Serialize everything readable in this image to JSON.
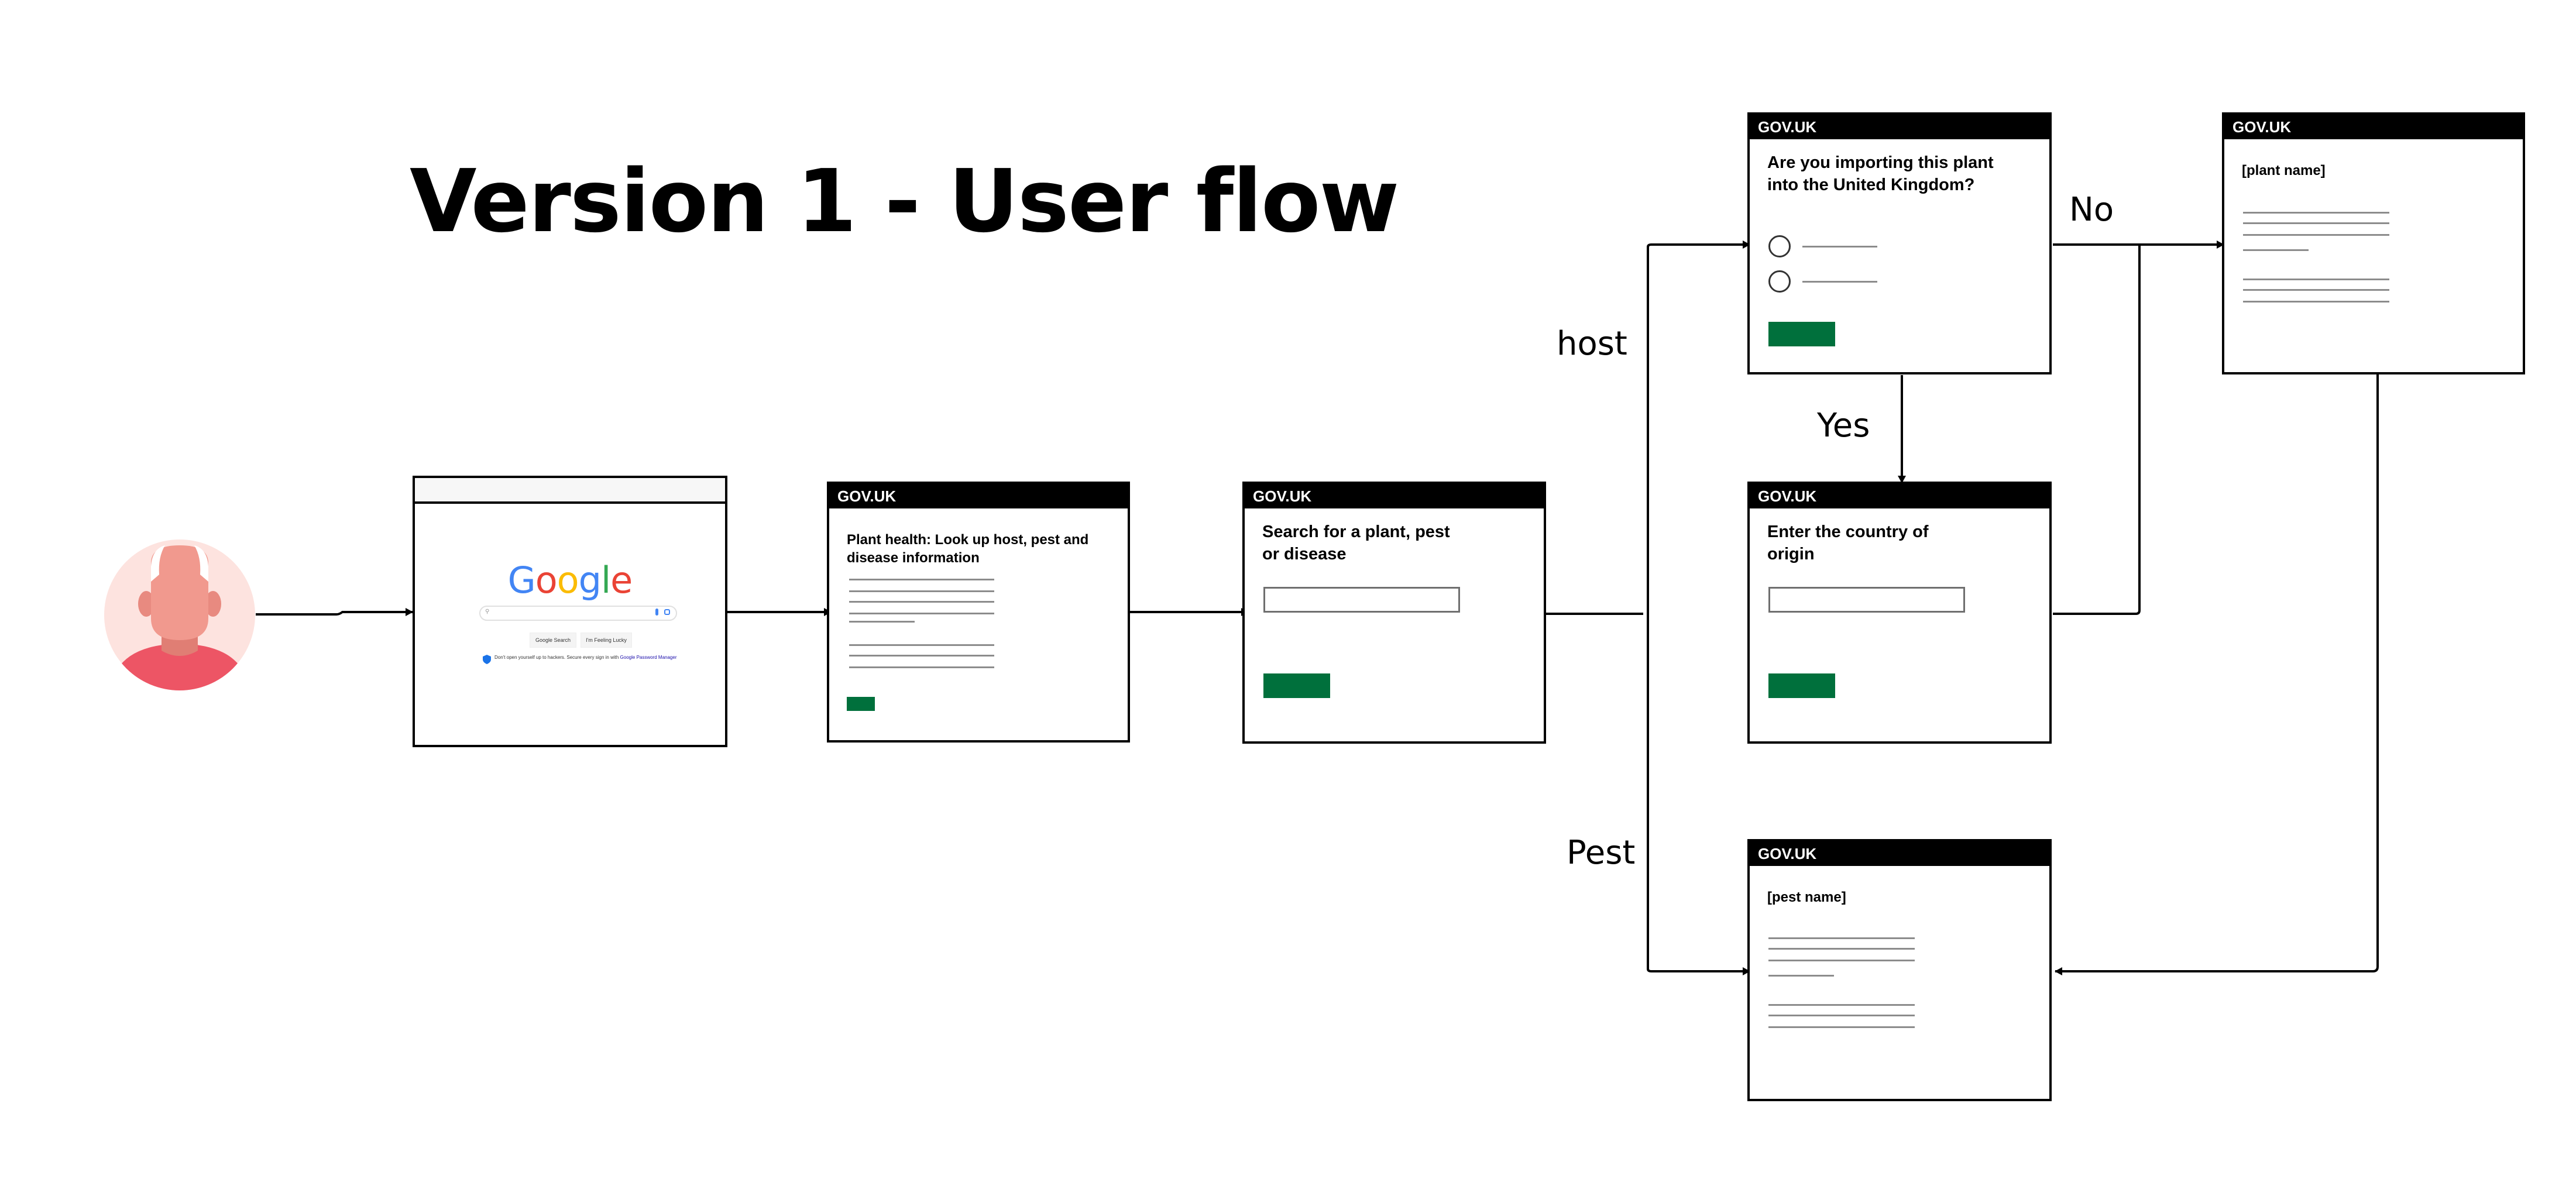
{
  "title": "Version 1 - User flow",
  "edge_labels": {
    "host": "host",
    "no": "No",
    "yes": "Yes",
    "pest": "Pest"
  },
  "google": {
    "logo": "Google",
    "button_search": "Google Search",
    "button_lucky": "I'm Feeling Lucky",
    "note": "Don't open yourself up to hackers. Secure every sign in with",
    "note_link": "Google Password Manager"
  },
  "screens": {
    "plant_health": {
      "header": "GOV.UK",
      "title_line1": "Plant health: Look up host, pest and",
      "title_line2": "disease information"
    },
    "search": {
      "header": "GOV.UK",
      "title_line1": "Search for a plant, pest",
      "title_line2": "or disease"
    },
    "importing": {
      "header": "GOV.UK",
      "title_line1": "Are you importing this plant",
      "title_line2": "into the United Kingdom?"
    },
    "country": {
      "header": "GOV.UK",
      "title_line1": "Enter the country of",
      "title_line2": "origin"
    },
    "plant_name": {
      "header": "GOV.UK",
      "title": "[plant name]"
    },
    "pest_name": {
      "header": "GOV.UK",
      "title": "[pest name]"
    }
  },
  "colors": {
    "gov_green": "#00703c",
    "gov_black": "#000000",
    "avatar_bg": "#fde3df",
    "avatar_shirt": "#ed5565",
    "avatar_skin": "#f1998e"
  }
}
